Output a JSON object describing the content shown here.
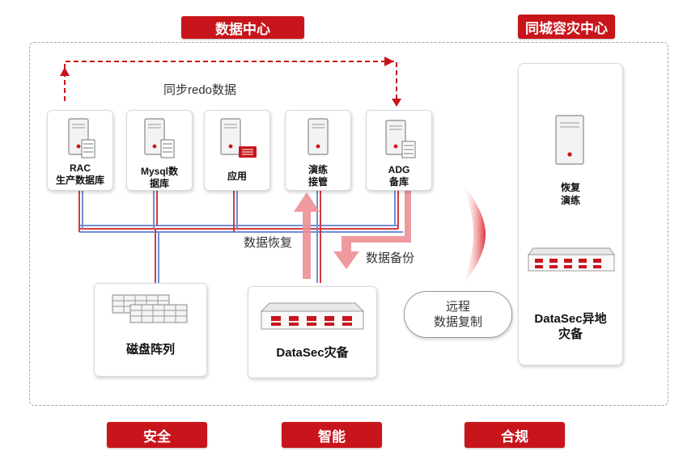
{
  "headers": {
    "data_center": "数据中心",
    "dr_center": "同城容灾中心"
  },
  "servers": [
    {
      "line1": "RAC",
      "line2": "生产数据库"
    },
    {
      "line1": "Mysql数",
      "line2": "据库"
    },
    {
      "line1": "应用",
      "line2": ""
    },
    {
      "line1": "演练",
      "line2": "接管"
    },
    {
      "line1": "ADG",
      "line2": "备库"
    }
  ],
  "labels": {
    "sync_redo": "同步redo数据",
    "data_restore": "数据恢复",
    "data_backup": "数据备份",
    "remote_copy_line1": "远程",
    "remote_copy_line2": "数据复制"
  },
  "bottom_devices": {
    "disk_array": "磁盘阵列",
    "datasec_backup": "DataSec灾备"
  },
  "dr": {
    "restore_line1": "恢复",
    "restore_line2": "演练",
    "offsite_line1": "DataSec异地",
    "offsite_line2": "灾备"
  },
  "footer_tags": [
    "安全",
    "智能",
    "合规"
  ],
  "colors": {
    "brand_red": "#c8151b",
    "line_blue": "#6f8fd6",
    "line_red": "#d43a3f",
    "arrow_pink": "#ec8f95"
  }
}
